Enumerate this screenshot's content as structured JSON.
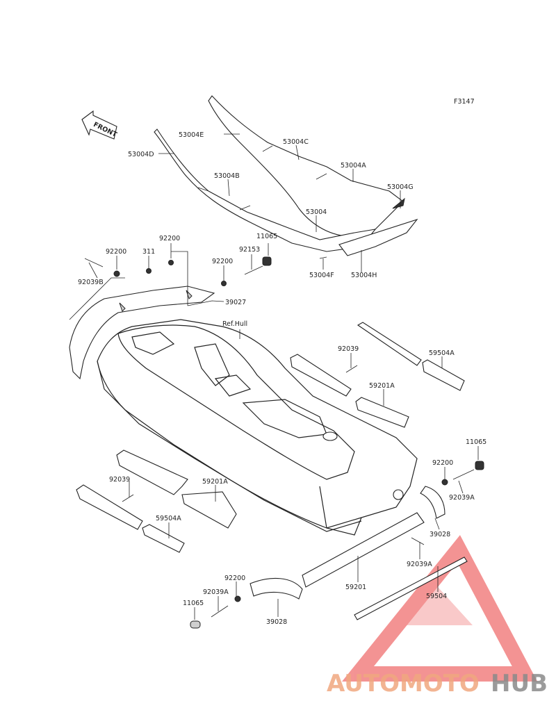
{
  "figure_code": "F3147",
  "front_label": "FRONT",
  "hull_ref": "Ref.Hull",
  "callouts": [
    {
      "id": "c53004E",
      "text": "53004E"
    },
    {
      "id": "c53004C",
      "text": "53004C"
    },
    {
      "id": "c53004D",
      "text": "53004D"
    },
    {
      "id": "c53004A",
      "text": "53004A"
    },
    {
      "id": "c53004B",
      "text": "53004B"
    },
    {
      "id": "c53004G",
      "text": "53004G"
    },
    {
      "id": "c53004",
      "text": "53004"
    },
    {
      "id": "c53004F",
      "text": "53004F"
    },
    {
      "id": "c53004H",
      "text": "53004H"
    },
    {
      "id": "c11065a",
      "text": "11065"
    },
    {
      "id": "c92200a",
      "text": "92200"
    },
    {
      "id": "c311",
      "text": "311"
    },
    {
      "id": "c92200b",
      "text": "92200"
    },
    {
      "id": "c92153",
      "text": "92153"
    },
    {
      "id": "c92200c",
      "text": "92200"
    },
    {
      "id": "c92039B",
      "text": "92039B"
    },
    {
      "id": "c39027",
      "text": "39027"
    },
    {
      "id": "c92039a",
      "text": "92039"
    },
    {
      "id": "c59504Aa",
      "text": "59504A"
    },
    {
      "id": "c59201Aa",
      "text": "59201A"
    },
    {
      "id": "c11065b",
      "text": "11065"
    },
    {
      "id": "c92200d",
      "text": "92200"
    },
    {
      "id": "c92039Aa",
      "text": "92039A"
    },
    {
      "id": "c92039b",
      "text": "92039"
    },
    {
      "id": "c59201Ab",
      "text": "59201A"
    },
    {
      "id": "c59504Ab",
      "text": "59504A"
    },
    {
      "id": "c39028a",
      "text": "39028"
    },
    {
      "id": "c92039Ab",
      "text": "92039A"
    },
    {
      "id": "c59201",
      "text": "59201"
    },
    {
      "id": "c59504",
      "text": "59504"
    },
    {
      "id": "c92200e",
      "text": "92200"
    },
    {
      "id": "c92039Ac",
      "text": "92039A"
    },
    {
      "id": "c11065c",
      "text": "11065"
    },
    {
      "id": "c39028b",
      "text": "39028"
    }
  ],
  "watermark": {
    "part1": "AUTOMOTO",
    "part2": "HUB",
    "color1": "#f0a880",
    "color2": "#8a8a8a",
    "logo_color": "#f07070"
  }
}
